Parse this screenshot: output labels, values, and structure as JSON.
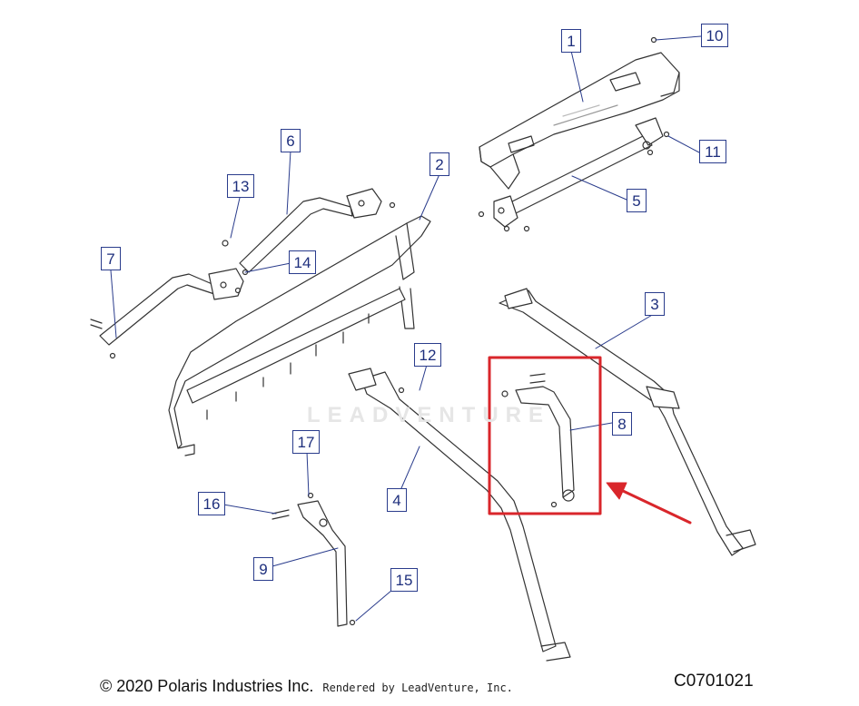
{
  "watermark": "LEADVENTURE",
  "callouts": [
    {
      "id": "1",
      "label": "1"
    },
    {
      "id": "2",
      "label": "2"
    },
    {
      "id": "3",
      "label": "3"
    },
    {
      "id": "4",
      "label": "4"
    },
    {
      "id": "5",
      "label": "5"
    },
    {
      "id": "6",
      "label": "6"
    },
    {
      "id": "7",
      "label": "7"
    },
    {
      "id": "8",
      "label": "8"
    },
    {
      "id": "9",
      "label": "9"
    },
    {
      "id": "10",
      "label": "10"
    },
    {
      "id": "11",
      "label": "11"
    },
    {
      "id": "12",
      "label": "12"
    },
    {
      "id": "13",
      "label": "13"
    },
    {
      "id": "14",
      "label": "14"
    },
    {
      "id": "15",
      "label": "15"
    },
    {
      "id": "16",
      "label": "16"
    },
    {
      "id": "17",
      "label": "17"
    }
  ],
  "footer": {
    "copyright": "© 2020 Polaris Industries Inc.",
    "rendered_by": "Rendered by LeadVenture, Inc.",
    "diagram_code": "C0701021"
  },
  "colors": {
    "callout_border": "#2a3c8c",
    "callout_text": "#1e2f7d",
    "highlight": "#d9262b",
    "line_art": "#333333"
  }
}
